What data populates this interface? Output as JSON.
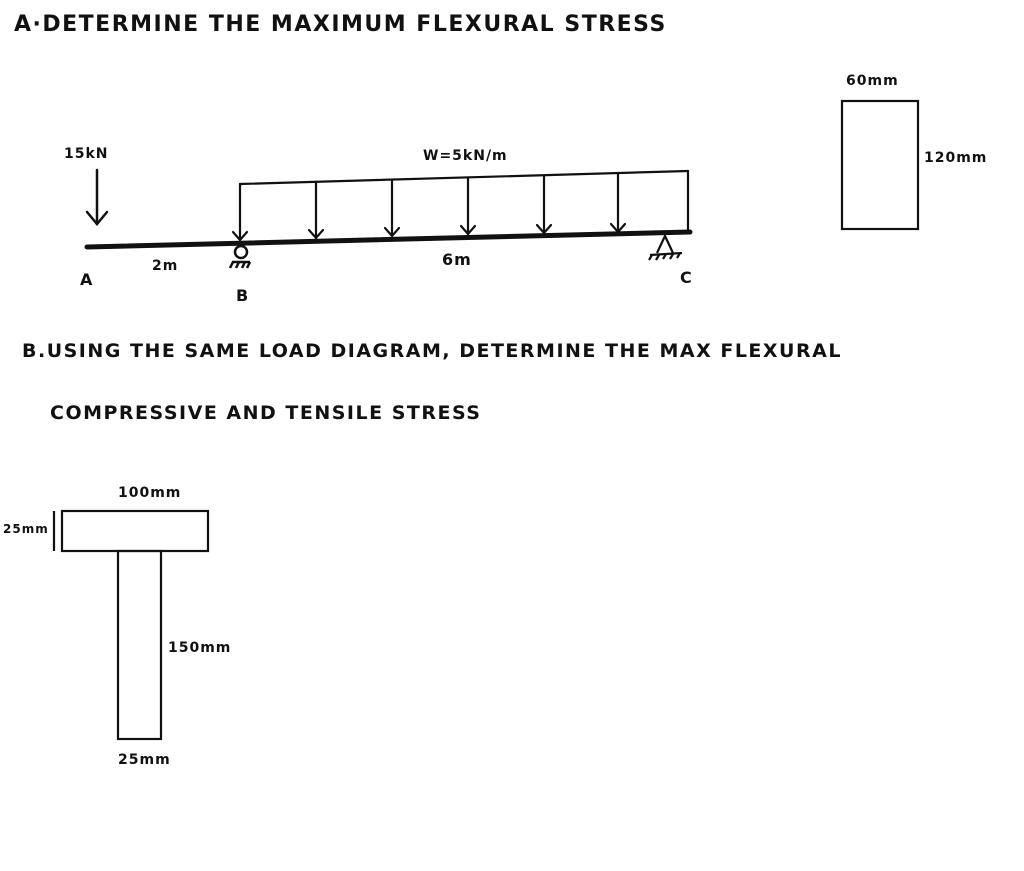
{
  "part_a": {
    "heading": "A·DETERMINE THE MAXIMUM FLEXURAL STRESS"
  },
  "beam": {
    "point_load": "15kN",
    "distributed_load": "W=5kN/m",
    "span_ab": "2m",
    "span_bc": "6m",
    "point_a": "A",
    "point_b": "B",
    "point_c": "C"
  },
  "rect_section": {
    "width": "60mm",
    "height": "120mm"
  },
  "part_b": {
    "heading_line1": "B.USING THE SAME LOAD DIAGRAM, DETERMINE THE MAX FLEXURAL",
    "heading_line2": "COMPRESSIVE AND TENSILE STRESS"
  },
  "t_section": {
    "flange_width": "100mm",
    "flange_thickness": "25mm",
    "web_height": "150mm",
    "web_width": "25mm"
  },
  "colors": {
    "ink": "#111111",
    "background": "#ffffff"
  }
}
